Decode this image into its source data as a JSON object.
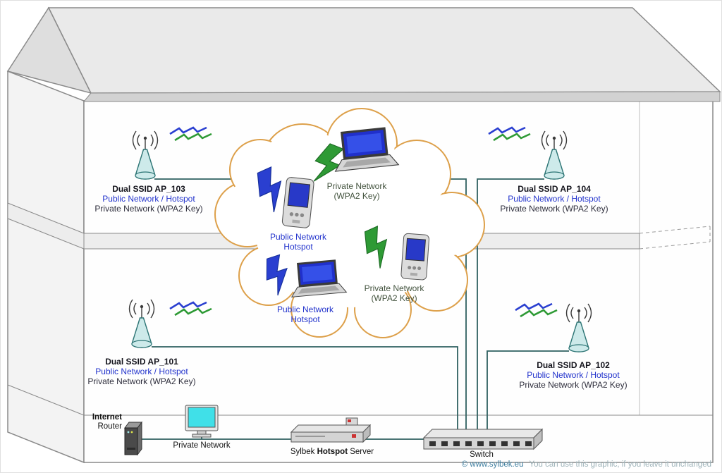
{
  "access_points": [
    {
      "name": "Dual SSID AP_103",
      "public": "Public Network / Hotspot",
      "private": "Private Network (WPA2 Key)"
    },
    {
      "name": "Dual SSID AP_104",
      "public": "Public Network / Hotspot",
      "private": "Private Network (WPA2 Key)"
    },
    {
      "name": "Dual SSID AP_101",
      "public": "Public Network / Hotspot",
      "private": "Private Network (WPA2 Key)"
    },
    {
      "name": "Dual SSID AP_102",
      "public": "Public Network / Hotspot",
      "private": "Private Network (WPA2 Key)"
    }
  ],
  "cloud_devices": [
    {
      "device": "laptop",
      "line1": "Private Network",
      "line2": "(WPA2 Key)"
    },
    {
      "device": "pda",
      "line1": "Public Network",
      "line2": "Hotspot"
    },
    {
      "device": "pda",
      "line1": "Private Network",
      "line2": "(WPA2 Key)"
    },
    {
      "device": "laptop",
      "line1": "Public Network",
      "line2": "Hotspot"
    }
  ],
  "bottom": {
    "internet": "Internet",
    "router": "Router",
    "monitor_label": "Private Network",
    "server_prefix": "Sylbek ",
    "server_bold": "Hotspot",
    "server_suffix": " Server",
    "switch_label": "Switch"
  },
  "footer": {
    "copyright": "© www.sylbek.eu",
    "note": "You can use this graphic, if you leave it unchanged"
  },
  "colors": {
    "public_text": "#2233cc",
    "private_text": "#2e2e3c",
    "cloud_private_text": "#44543f",
    "cloud_outline": "#dda04a",
    "bolt_blue": "#2a3fd0",
    "bolt_green": "#2e9a35",
    "cable": "#2f6060",
    "ap_fill": "#cdeaea"
  }
}
